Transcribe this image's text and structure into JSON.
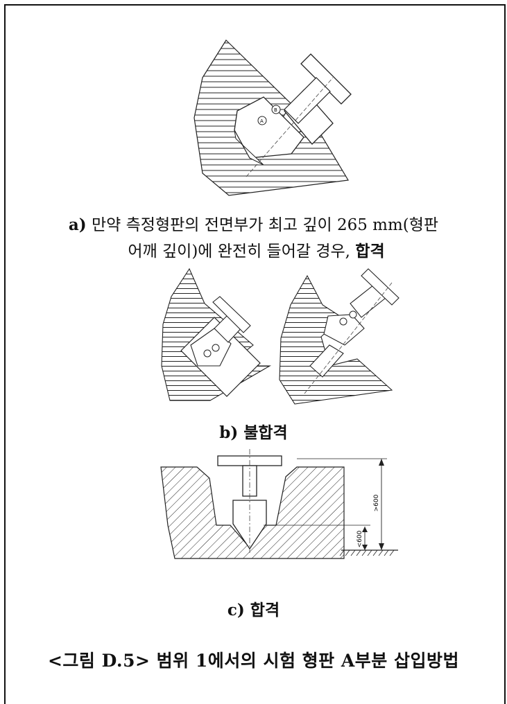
{
  "captions": {
    "a_label": "a)",
    "a_text_line1": "만약 측정형판의 전면부가 최고 깊이 265 mm(형판",
    "a_text_line2": "어깨 깊이)에 완전히 들어갈 경우,",
    "a_result": "합격",
    "b": "b) 불합격",
    "c": "c) 합격"
  },
  "figure_title": "<그림 D.5> 범위 1에서의 시험 형판 A부분 삽입방법",
  "diagram_c": {
    "dim_upper": ">600",
    "dim_lower": "<600"
  },
  "markers": [
    "A",
    "B"
  ]
}
